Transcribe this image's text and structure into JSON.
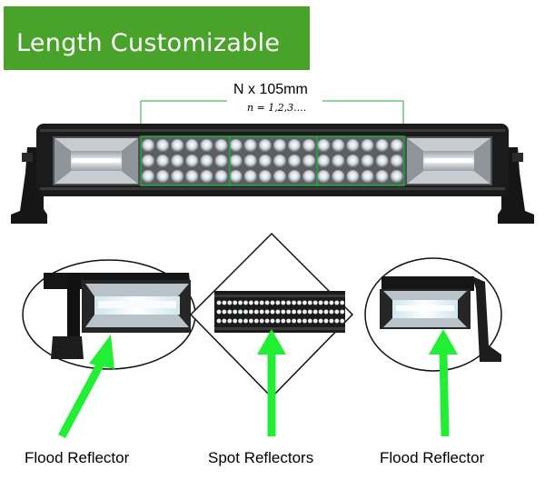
{
  "banner": {
    "title": "Length Customizable"
  },
  "dimension": {
    "main": "N x 105mm",
    "note": "n = 1,2,3...."
  },
  "labels": {
    "left": "Flood Reflector",
    "middle": "Spot Reflectors",
    "right": "Flood Reflector"
  },
  "colors": {
    "banner": "#49a22a",
    "arrow": "#22ee33",
    "segment_line": "#1fae3a"
  }
}
